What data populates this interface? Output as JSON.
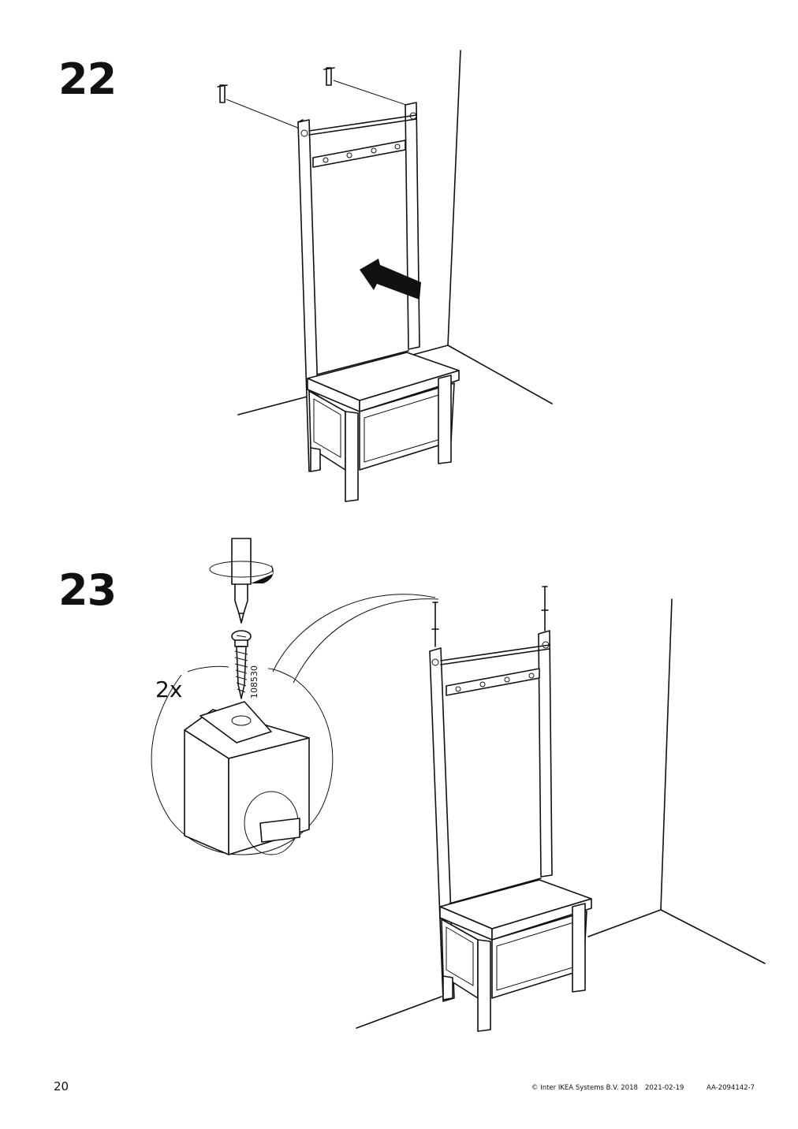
{
  "steps": [
    {
      "number": "22"
    },
    {
      "number": "23",
      "quantity": "2x",
      "part_number": "108530"
    }
  ],
  "footer": {
    "page_number": "20",
    "copyright": "© Inter IKEA Systems B.V. 2018",
    "date": "2021-02-19",
    "doc_id": "AA-2094142-7"
  }
}
